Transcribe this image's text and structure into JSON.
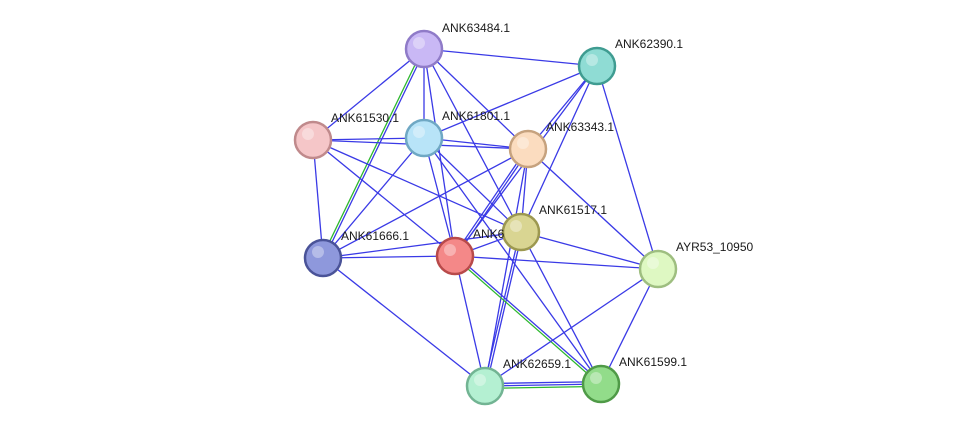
{
  "network": {
    "nodes": [
      {
        "id": "ANK63484.1",
        "label": "ANK63484.1",
        "color": "#c9b8f5",
        "stroke": "#8f7bc8"
      },
      {
        "id": "ANK62390.1",
        "label": "ANK62390.1",
        "color": "#8fdcd4",
        "stroke": "#3f9c91"
      },
      {
        "id": "ANK61530.1",
        "label": "ANK61530.1",
        "color": "#f5c6c8",
        "stroke": "#c08a8c"
      },
      {
        "id": "ANK61801.1",
        "label": "ANK61801.1",
        "color": "#b8e4f8",
        "stroke": "#6fa8c4"
      },
      {
        "id": "ANK63343.1",
        "label": "ANK63343.1",
        "color": "#fbdcbf",
        "stroke": "#c6a27e"
      },
      {
        "id": "ANK61517.1",
        "label": "ANK61517.1",
        "color": "#d9d592",
        "stroke": "#9c9850"
      },
      {
        "id": "ANK61666.1",
        "label": "ANK61666.1",
        "color": "#8e98dc",
        "stroke": "#4a5398"
      },
      {
        "id": "ANK6",
        "label": "ANK6",
        "color": "#f48888",
        "stroke": "#b84a4a"
      },
      {
        "id": "AYR53_10950",
        "label": "AYR53_10950",
        "color": "#def8c2",
        "stroke": "#9ebe80"
      },
      {
        "id": "ANK62659.1",
        "label": "ANK62659.1",
        "color": "#b4f0d2",
        "stroke": "#72b493"
      },
      {
        "id": "ANK61599.1",
        "label": "ANK61599.1",
        "color": "#92dc8a",
        "stroke": "#4f9a47"
      }
    ],
    "edges": [
      {
        "source": "ANK63484.1",
        "target": "ANK62390.1",
        "colors": [
          "#3a3ae6"
        ]
      },
      {
        "source": "ANK63484.1",
        "target": "ANK61530.1",
        "colors": [
          "#3a3ae6"
        ]
      },
      {
        "source": "ANK63484.1",
        "target": "ANK61801.1",
        "colors": [
          "#3a3ae6"
        ]
      },
      {
        "source": "ANK63484.1",
        "target": "ANK63343.1",
        "colors": [
          "#3a3ae6"
        ]
      },
      {
        "source": "ANK63484.1",
        "target": "ANK61517.1",
        "colors": [
          "#3a3ae6"
        ]
      },
      {
        "source": "ANK63484.1",
        "target": "ANK61666.1",
        "colors": [
          "#3a3ae6",
          "#2eb82e"
        ]
      },
      {
        "source": "ANK63484.1",
        "target": "ANK6",
        "colors": [
          "#3a3ae6"
        ]
      },
      {
        "source": "ANK62390.1",
        "target": "ANK61801.1",
        "colors": [
          "#3a3ae6"
        ]
      },
      {
        "source": "ANK62390.1",
        "target": "ANK63343.1",
        "colors": [
          "#3a3ae6"
        ]
      },
      {
        "source": "ANK62390.1",
        "target": "ANK61517.1",
        "colors": [
          "#3a3ae6"
        ]
      },
      {
        "source": "ANK62390.1",
        "target": "ANK6",
        "colors": [
          "#3a3ae6"
        ]
      },
      {
        "source": "ANK62390.1",
        "target": "AYR53_10950",
        "colors": [
          "#3a3ae6"
        ]
      },
      {
        "source": "ANK61530.1",
        "target": "ANK61801.1",
        "colors": [
          "#3a3ae6"
        ]
      },
      {
        "source": "ANK61530.1",
        "target": "ANK63343.1",
        "colors": [
          "#3a3ae6"
        ]
      },
      {
        "source": "ANK61530.1",
        "target": "ANK61517.1",
        "colors": [
          "#3a3ae6"
        ]
      },
      {
        "source": "ANK61530.1",
        "target": "ANK61666.1",
        "colors": [
          "#3a3ae6"
        ]
      },
      {
        "source": "ANK61530.1",
        "target": "ANK6",
        "colors": [
          "#3a3ae6"
        ]
      },
      {
        "source": "ANK61801.1",
        "target": "ANK63343.1",
        "colors": [
          "#3a3ae6"
        ]
      },
      {
        "source": "ANK61801.1",
        "target": "ANK61517.1",
        "colors": [
          "#3a3ae6"
        ]
      },
      {
        "source": "ANK61801.1",
        "target": "ANK61666.1",
        "colors": [
          "#3a3ae6"
        ]
      },
      {
        "source": "ANK61801.1",
        "target": "ANK6",
        "colors": [
          "#3a3ae6"
        ]
      },
      {
        "source": "ANK61801.1",
        "target": "ANK61599.1",
        "colors": [
          "#3a3ae6"
        ]
      },
      {
        "source": "ANK63343.1",
        "target": "ANK61517.1",
        "colors": [
          "#3a3ae6"
        ]
      },
      {
        "source": "ANK63343.1",
        "target": "ANK61666.1",
        "colors": [
          "#3a3ae6"
        ]
      },
      {
        "source": "ANK63343.1",
        "target": "ANK6",
        "colors": [
          "#3a3ae6",
          "#3a3ae6"
        ]
      },
      {
        "source": "ANK63343.1",
        "target": "AYR53_10950",
        "colors": [
          "#3a3ae6"
        ]
      },
      {
        "source": "ANK63343.1",
        "target": "ANK62659.1",
        "colors": [
          "#3a3ae6"
        ]
      },
      {
        "source": "ANK61517.1",
        "target": "ANK6",
        "colors": [
          "#3a3ae6"
        ]
      },
      {
        "source": "ANK61517.1",
        "target": "AYR53_10950",
        "colors": [
          "#3a3ae6"
        ]
      },
      {
        "source": "ANK61517.1",
        "target": "ANK62659.1",
        "colors": [
          "#3a3ae6",
          "#3a3ae6"
        ]
      },
      {
        "source": "ANK61517.1",
        "target": "ANK61599.1",
        "colors": [
          "#3a3ae6"
        ]
      },
      {
        "source": "ANK61666.1",
        "target": "ANK6",
        "colors": [
          "#3a3ae6"
        ]
      },
      {
        "source": "ANK61666.1",
        "target": "ANK61517.1",
        "colors": [
          "#3a3ae6"
        ]
      },
      {
        "source": "ANK61666.1",
        "target": "ANK62659.1",
        "colors": [
          "#3a3ae6"
        ]
      },
      {
        "source": "ANK6",
        "target": "AYR53_10950",
        "colors": [
          "#3a3ae6"
        ]
      },
      {
        "source": "ANK6",
        "target": "ANK62659.1",
        "colors": [
          "#3a3ae6"
        ]
      },
      {
        "source": "ANK6",
        "target": "ANK61599.1",
        "colors": [
          "#3a3ae6",
          "#2eb82e"
        ]
      },
      {
        "source": "AYR53_10950",
        "target": "ANK62659.1",
        "colors": [
          "#3a3ae6"
        ]
      },
      {
        "source": "AYR53_10950",
        "target": "ANK61599.1",
        "colors": [
          "#3a3ae6"
        ]
      },
      {
        "source": "ANK62659.1",
        "target": "ANK61599.1",
        "colors": [
          "#3a3ae6",
          "#3a3ae6",
          "#2eb82e"
        ]
      }
    ]
  }
}
